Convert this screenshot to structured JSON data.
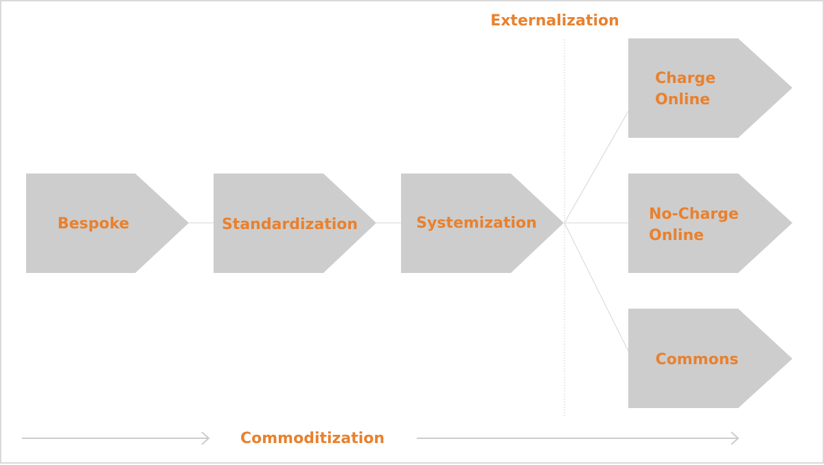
{
  "diagram": {
    "top_label": "Externalization",
    "bottom_label": "Commoditization",
    "stages": [
      {
        "lines": [
          "Bespoke"
        ]
      },
      {
        "lines": [
          "Standardization"
        ]
      },
      {
        "lines": [
          "Systemization"
        ]
      }
    ],
    "branches": [
      {
        "lines": [
          "Charge",
          "Online"
        ]
      },
      {
        "lines": [
          "No-Charge",
          "Online"
        ]
      },
      {
        "lines": [
          "Commons"
        ]
      }
    ]
  },
  "colors": {
    "label": "#e8812f",
    "shape": "#cdcdcd",
    "line": "#d4d4d4",
    "arrow": "#cccccc",
    "frame": "#d9d9d9"
  }
}
